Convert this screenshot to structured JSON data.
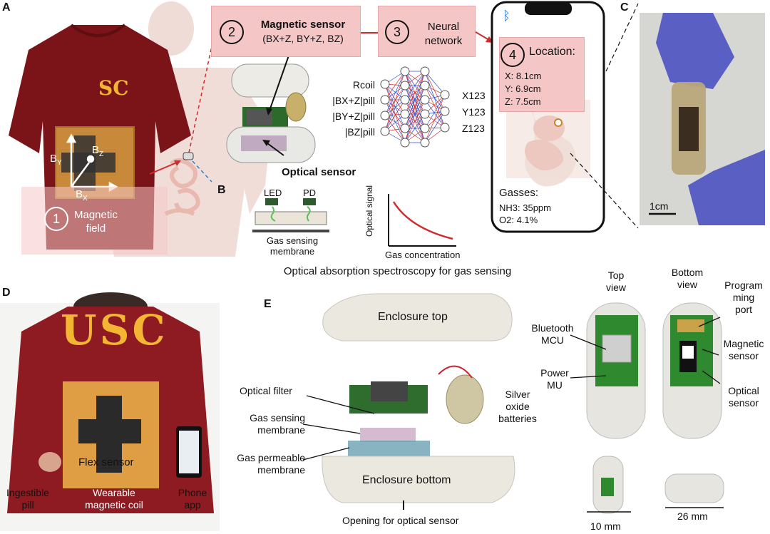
{
  "panels": {
    "a": "A",
    "b": "B",
    "c": "C",
    "d": "D",
    "e": "E"
  },
  "panel_a": {
    "step1_num": "1",
    "step1_label_1": "Magnetic",
    "step1_label_2": "field",
    "shirt_logo": "SC",
    "axis_bx": "B",
    "axis_bx_sub": "X",
    "axis_by": "B",
    "axis_by_sub": "Y",
    "axis_bz": "B",
    "axis_bz_sub": "Z",
    "step2_num": "2",
    "step2_title": "Magnetic sensor",
    "step2_sub": "(BX+Z, BY+Z, BZ)",
    "step3_num": "3",
    "step3_label_1": "Neural",
    "step3_label_2": "network",
    "optical_sensor_label": "Optical sensor",
    "nn_inputs": [
      "Rcoil",
      "|BX+Z|pill",
      "|BY+Z|pill",
      "|BZ|pill"
    ],
    "nn_outputs": [
      "X123",
      "Y123",
      "Z123"
    ],
    "bluetooth_icon": "bluetooth-icon",
    "step4_num": "4",
    "location_label": "Location:",
    "loc_x": "X: 8.1cm",
    "loc_y": "Y: 6.9cm",
    "loc_z": "Z: 7.5cm",
    "gasses_label": "Gasses:",
    "gas_nh3": "NH3: 35ppm",
    "gas_o2": "O2: 4.1%"
  },
  "panel_b": {
    "led": "LED",
    "pd": "PD",
    "membrane_1": "Gas sensing",
    "membrane_2": "membrane",
    "y_axis": "Optical signal",
    "x_axis": "Gas concentration",
    "caption": "Optical absorption spectroscopy for gas sensing"
  },
  "panel_c": {
    "scale": "1cm"
  },
  "panel_d": {
    "shirt_text": "USC",
    "flex_sensor": "Flex sensor",
    "ingestible_1": "Ingestible",
    "ingestible_2": "pill",
    "coil_1": "Wearable",
    "coil_2": "magnetic coil",
    "phone_1": "Phone",
    "phone_2": "app"
  },
  "panel_e": {
    "enclosure_top": "Enclosure top",
    "enclosure_bottom": "Enclosure bottom",
    "optical_filter": "Optical filter",
    "gas_sensing_1": "Gas sensing",
    "gas_sensing_2": "membrane",
    "gas_perm_1": "Gas permeable",
    "gas_perm_2": "membrane",
    "silver_1": "Silver",
    "silver_2": "oxide",
    "silver_3": "batteries",
    "opening": "Opening for optical sensor",
    "top_view_1": "Top",
    "top_view_2": "view",
    "bottom_view_1": "Bottom",
    "bottom_view_2": "view",
    "bt_mcu_1": "Bluetooth",
    "bt_mcu_2": "MCU",
    "power_mu_1": "Power",
    "power_mu_2": "MU",
    "prog_1": "Program",
    "prog_2": "ming",
    "prog_3": "port",
    "mag_sensor_1": "Magnetic",
    "mag_sensor_2": "sensor",
    "optical_sensor_1": "Optical",
    "optical_sensor_2": "sensor",
    "dim_10": "10 mm",
    "dim_26": "26 mm"
  },
  "colors": {
    "pink": "#f5c6c6",
    "blue": "#c9e8f4",
    "shirt": "#7a1418",
    "gold": "#f2b632",
    "red_line": "#d22b2b",
    "pcb": "#2f8a2f"
  }
}
